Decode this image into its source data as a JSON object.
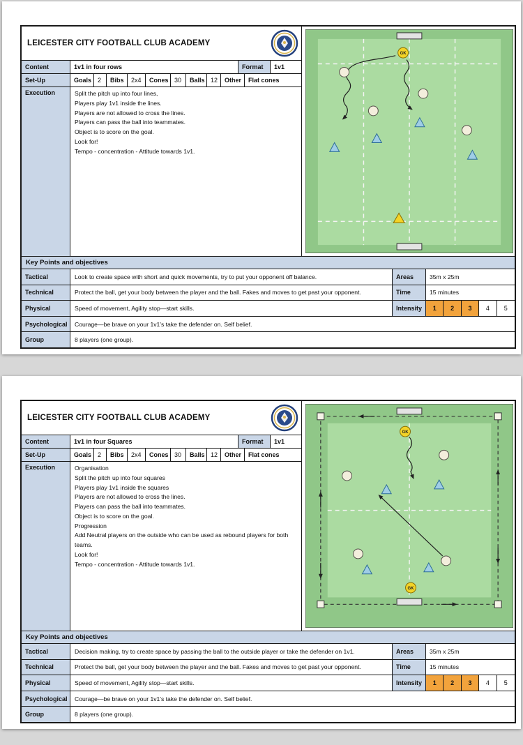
{
  "colors": {
    "label_bg": "#c9d6e7",
    "intensity_active": "#f2a33c",
    "pitch_outer": "#90c788",
    "pitch_inner": "#abdba1",
    "attacker_fill": "#f3eedc",
    "defender_fill": "#9fcde6",
    "gk_fill": "#f3d327"
  },
  "cards": [
    {
      "title": "LEICESTER CITY FOOTBALL CLUB ACADEMY",
      "content": {
        "label": "Content",
        "value": "1v1 in four rows"
      },
      "format": {
        "label": "Format",
        "value": "1v1"
      },
      "setup": {
        "label": "Set-Up",
        "items": [
          {
            "k": "Goals",
            "v": "2"
          },
          {
            "k": "Bibs",
            "v": "2x4"
          },
          {
            "k": "Cones",
            "v": "30"
          },
          {
            "k": "Balls",
            "v": "12"
          },
          {
            "k": "Other",
            "v": "Flat cones"
          }
        ]
      },
      "execution": {
        "label": "Execution",
        "lines": [
          "Split the pitch up into four lines,",
          "Players play 1v1 inside the lines.",
          "Players are not allowed to cross the lines.",
          "Players can pass the ball into teammates.",
          "Object is to score on the goal.",
          "Look for!",
          "Tempo - concentration - Attitude towards 1v1."
        ]
      },
      "key_points": {
        "header": "Key Points and objectives",
        "rows": [
          {
            "label": "Tactical",
            "text": "Look to create space with short and quick movements, try to put your opponent off balance."
          },
          {
            "label": "Technical",
            "text": "Protect the ball, get your body between the player and the ball. Fakes and moves to get past your opponent."
          },
          {
            "label": "Physical",
            "text": "Speed of movement, Agility stop—start skills."
          },
          {
            "label": "Psychological",
            "text": "Courage—be brave on your 1v1's take the defender on. Self belief."
          },
          {
            "label": "Group",
            "text": "8 players (one group)."
          }
        ]
      },
      "side": {
        "areas_label": "Areas",
        "areas_value": "35m x 25m",
        "time_label": "Time",
        "time_value": "15 minutes",
        "intensity_label": "Intensity",
        "levels": [
          "1",
          "2",
          "3",
          "4",
          "5"
        ],
        "active_levels": 3
      },
      "diagram": {
        "gk_label": "GK"
      }
    },
    {
      "title": "LEICESTER CITY FOOTBALL CLUB ACADEMY",
      "content": {
        "label": "Content",
        "value": "1v1 in four Squares"
      },
      "format": {
        "label": "Format",
        "value": "1v1"
      },
      "setup": {
        "label": "Set-Up",
        "items": [
          {
            "k": "Goals",
            "v": "2"
          },
          {
            "k": "Bibs",
            "v": "2x4"
          },
          {
            "k": "Cones",
            "v": "30"
          },
          {
            "k": "Balls",
            "v": "12"
          },
          {
            "k": "Other",
            "v": "Flat cones"
          }
        ]
      },
      "execution": {
        "label": "Execution",
        "lines": [
          "Organisation",
          "Split the pitch up into four squares",
          "Players play 1v1 inside the squares",
          "Players are not allowed to cross the lines.",
          "Players can pass the ball into teammates.",
          "Object is to score on the goal.",
          "Progression",
          "Add Neutral players on the outside who can be used as rebound players for both teams.",
          "Look for!",
          "Tempo - concentration - Attitude towards 1v1."
        ]
      },
      "key_points": {
        "header": "Key Points and objectives",
        "rows": [
          {
            "label": "Tactical",
            "text": "Decision making, try to create space by passing the ball to the outside player or take the defender on 1v1."
          },
          {
            "label": "Technical",
            "text": "Protect the ball, get your body between the player and the ball. Fakes and moves to get past your opponent."
          },
          {
            "label": "Physical",
            "text": "Speed of movement, Agility stop—start skills."
          },
          {
            "label": "Psychological",
            "text": "Courage—be brave on your 1v1's take the defender on. Self belief."
          },
          {
            "label": "Group",
            "text": "8 players (one group)."
          }
        ]
      },
      "side": {
        "areas_label": "Areas",
        "areas_value": "35m x 25m",
        "time_label": "Time",
        "time_value": "15 minutes",
        "intensity_label": "Intensity",
        "levels": [
          "1",
          "2",
          "3",
          "4",
          "5"
        ],
        "active_levels": 3
      },
      "diagram": {
        "gk_label": "GK"
      }
    }
  ]
}
